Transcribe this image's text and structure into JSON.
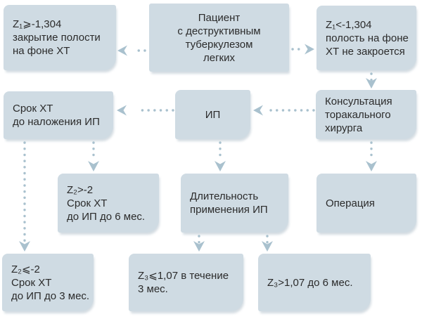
{
  "diagram": {
    "type": "flowchart",
    "language": "ru",
    "colors": {
      "background": "#ffffff",
      "node_fill": "#cfdbe3",
      "connector": "#a9c1ce",
      "text": "#2b2b2b"
    },
    "nodes": {
      "patient": {
        "lines": [
          "Пациент",
          "с деструктивным",
          "туберкулезом",
          "легких"
        ]
      },
      "z1_closure": {
        "lines": [
          "Z₁⩾-1,304",
          "закрытие полости",
          "на фоне ХТ"
        ]
      },
      "z1_no_closure": {
        "lines": [
          "Z₁<-1,304",
          "полость на фоне",
          "ХТ не закроется"
        ]
      },
      "ht_before_ip": {
        "lines": [
          "Срок ХТ",
          "до наложения ИП"
        ]
      },
      "ip": {
        "lines": [
          "ИП"
        ]
      },
      "consultation": {
        "lines": [
          "Консультация",
          "торакального",
          "хирурга"
        ]
      },
      "z2_gt": {
        "lines": [
          "Z₂>-2",
          "Срок ХТ",
          "до ИП до 6 мес."
        ]
      },
      "ip_duration": {
        "lines": [
          "Длительность",
          "применения ИП"
        ]
      },
      "operation": {
        "lines": [
          "Операция"
        ]
      },
      "z2_le": {
        "lines": [
          "Z₂⩽-2",
          "Срок ХТ",
          "до ИП до 3 мес."
        ]
      },
      "z3_le": {
        "lines": [
          "Z₃⩽1,07 в течение",
          "3 мес."
        ]
      },
      "z3_gt": {
        "lines": [
          "Z₃>1,07 до 6 мес."
        ]
      }
    },
    "edges": [
      {
        "from": "patient",
        "to": "z1_closure",
        "style": "dotted-arrow"
      },
      {
        "from": "patient",
        "to": "z1_no_closure",
        "style": "dotted-arrow"
      },
      {
        "from": "z1_no_closure",
        "to": "consultation",
        "style": "dotted-arrow"
      },
      {
        "from": "consultation",
        "to": "ip",
        "style": "dotted-arrow"
      },
      {
        "from": "ip",
        "to": "ht_before_ip",
        "style": "dotted-arrow"
      },
      {
        "from": "consultation",
        "to": "operation",
        "style": "dotted-arrow"
      },
      {
        "from": "ip",
        "to": "ip_duration",
        "style": "dotted-arrow"
      },
      {
        "from": "ht_before_ip",
        "to": "z2_gt",
        "style": "dotted-arrow"
      },
      {
        "from": "ht_before_ip",
        "to": "z2_le",
        "style": "dotted-arrow"
      },
      {
        "from": "ip_duration",
        "to": "z3_le",
        "style": "dotted-arrow"
      },
      {
        "from": "ip_duration",
        "to": "z3_gt",
        "style": "dotted-arrow"
      }
    ]
  }
}
